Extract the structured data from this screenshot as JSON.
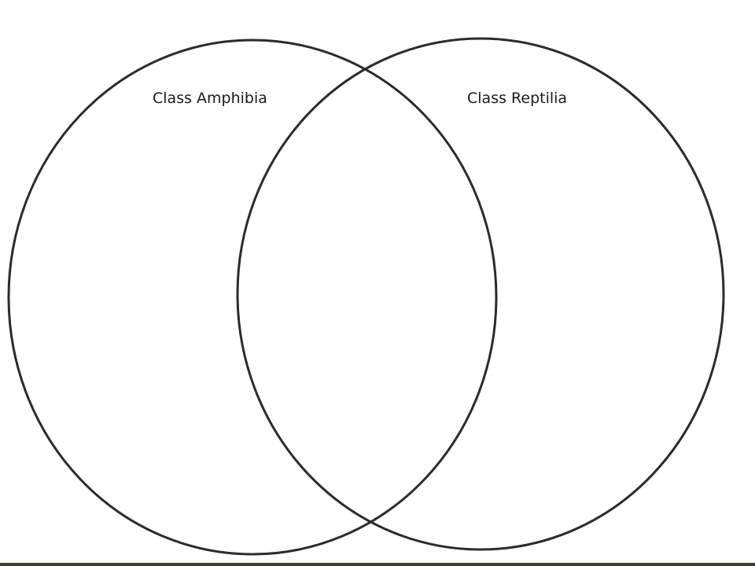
{
  "diagram": {
    "type": "venn",
    "sets": [
      {
        "label": "Class Amphibia"
      },
      {
        "label": "Class Reptilia"
      }
    ],
    "colors": {
      "outline": "#2b2b2b",
      "background": "#ffffff",
      "bottom_strip": "#3a3f2f"
    }
  }
}
